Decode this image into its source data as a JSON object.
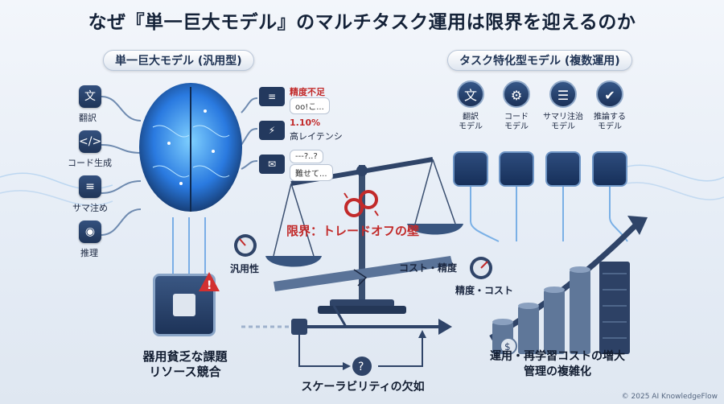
{
  "title": "なぜ『単一巨大モデル』のマルチタスク運用は限界を迎えるのか",
  "left": {
    "header": "単一巨大モデル (汎用型)",
    "tasks": [
      {
        "label": "翻訳",
        "icon": "translate-icon"
      },
      {
        "label": "コード生成",
        "icon": "code-icon"
      },
      {
        "label": "サマ注め",
        "icon": "summary-icon"
      },
      {
        "label": "推理",
        "icon": "robot-icon"
      }
    ],
    "outputs": [
      {
        "lines": [
          "精度不足",
          "oo!こ..."
        ]
      },
      {
        "lines": [
          "1.10%",
          "高レイテンシ"
        ]
      },
      {
        "lines": [
          "---?..?",
          "難せて..."
        ]
      }
    ],
    "gauge_label": "汎用性",
    "resource_label": "器用貧乏な課題\nリソース競合",
    "warning_icon": "warning-icon"
  },
  "center": {
    "limit_label": "限界：トレードオフの壁",
    "cost_label": "コスト・精度",
    "scalability_label": "スケーラビリティの欠如"
  },
  "right": {
    "header": "タスク特化型モデル (複数運用)",
    "models": [
      {
        "label": "翻訳\nモデル",
        "icon": "translate-icon"
      },
      {
        "label": "コード\nモデル",
        "icon": "gear-icon"
      },
      {
        "label": "サマリ注治\nモデル",
        "icon": "document-search-icon"
      },
      {
        "label": "推論する\nモデル",
        "icon": "check-icon"
      }
    ],
    "gauge_label": "精度・コスト",
    "cost_label": "運用・再学習コストの増大\n管理の複雑化"
  },
  "footer": "© 2025 AI KnowledgeFlow",
  "colors": {
    "accent": "#2d4c7d",
    "alert": "#c22a2a",
    "brain": "#3a8dff"
  }
}
